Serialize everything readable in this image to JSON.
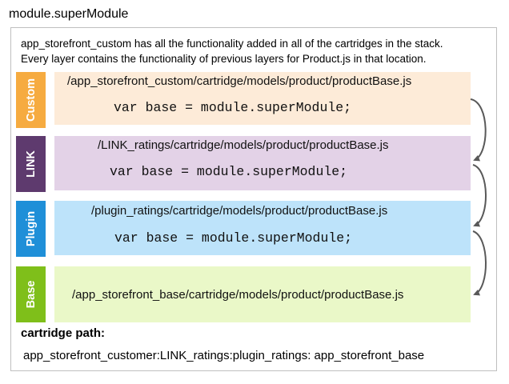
{
  "title": "module.superModule",
  "description": {
    "line1": "app_storefront_custom has all the functionality added in all of the cartridges in the stack.",
    "line2": "Every layer contains the functionality of previous layers for Product.js in that location."
  },
  "layers": [
    {
      "tab_label": "Custom",
      "tab_color": "#f6ab40",
      "box_color": "#fdebd8",
      "path": "/app_storefront_custom/cartridge/models/product/productBase.js",
      "code": "var base = module.superModule;"
    },
    {
      "tab_label": "LINK",
      "tab_color": "#5e3a6e",
      "box_color": "#e3d2e7",
      "path": "/LINK_ratings/cartridge/models/product/productBase.js",
      "code": "var base = module.superModule;"
    },
    {
      "tab_label": "Plugin",
      "tab_color": "#1f8fd8",
      "box_color": "#bde3fa",
      "path": "/plugin_ratings/cartridge/models/product/productBase.js",
      "code": "var base = module.superModule;"
    },
    {
      "tab_label": "Base",
      "tab_color": "#7fbf1a",
      "box_color": "#eaf8c8",
      "path": "/app_storefront_base/cartridge/models/product/productBase.js",
      "code": ""
    }
  ],
  "cartridge_path": {
    "label": "cartridge path:",
    "value": "app_storefront_customer:LINK_ratings:plugin_ratings: app_storefront_base"
  },
  "arrow_color": "#595959"
}
